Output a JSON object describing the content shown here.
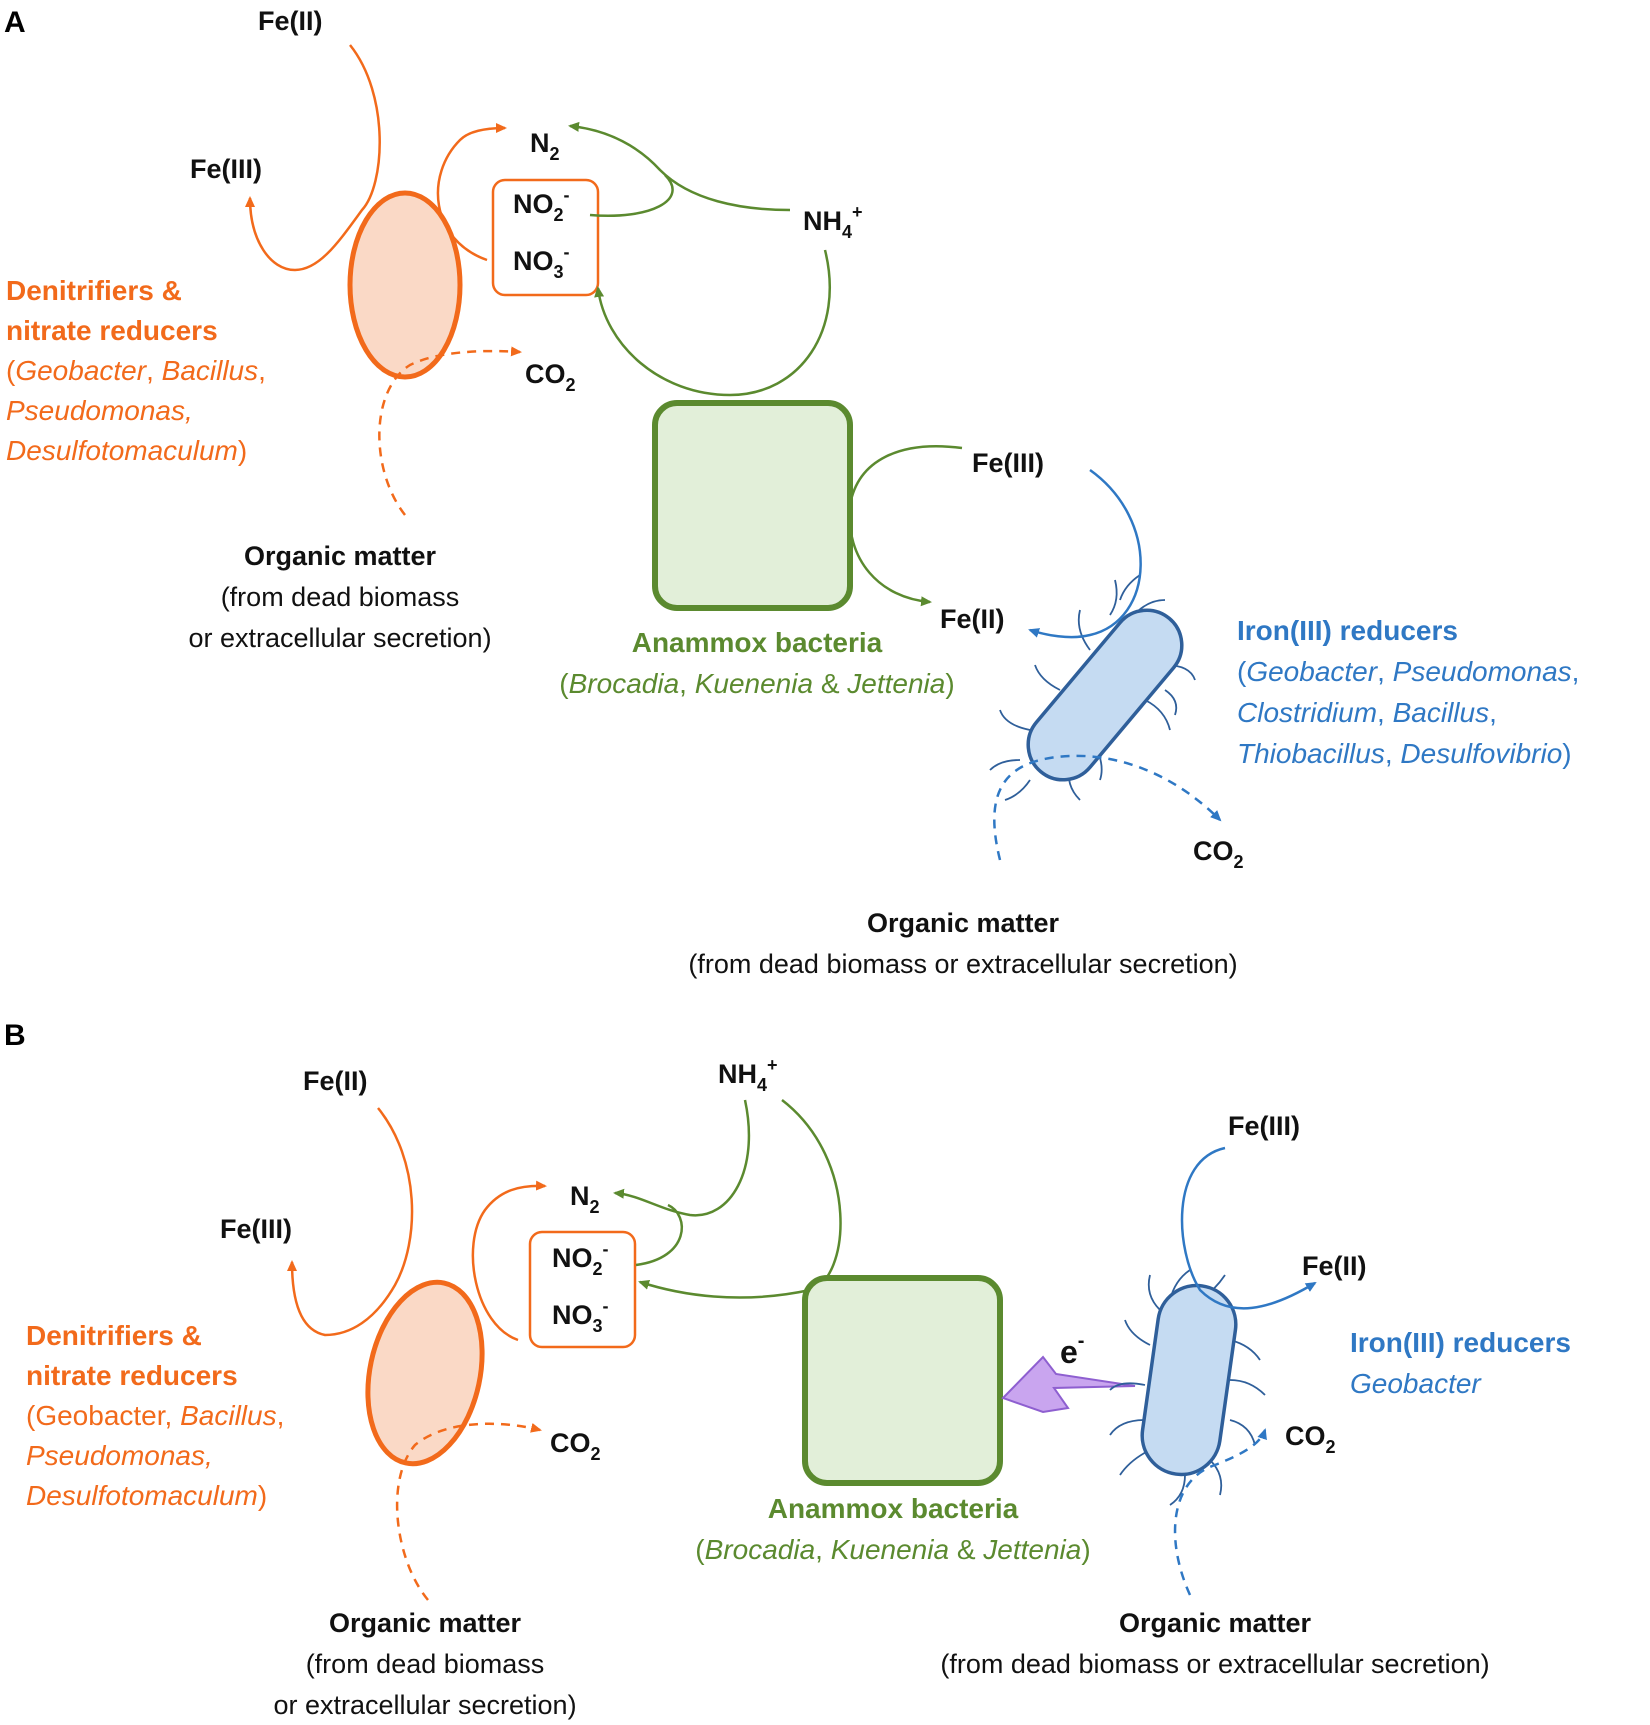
{
  "colors": {
    "denitrifier": "#f26a1b",
    "anammox": "#5b8a2f",
    "iron_reducer": "#2f78c4",
    "electron_bolt": "#b37de6",
    "text": "#111111"
  },
  "panel_a": {
    "panel_label": "A",
    "fe_ii_top": "Fe(II)",
    "fe_iii_left": "Fe(III)",
    "n2": "N",
    "n2_sub": "2",
    "no2": "NO",
    "no2_sub": "2",
    "no2_sup": "-",
    "no3": "NO",
    "no3_sub": "3",
    "no3_sup": "-",
    "nh4": "NH",
    "nh4_sub": "4",
    "nh4_sup": "+",
    "co2_left": "CO",
    "co2_left_sub": "2",
    "denitrifiers": {
      "title_line1": "Denitrifiers &",
      "title_line2": "nitrate reducers",
      "paren_open": "(",
      "genus1": "Geobacter",
      "sep1": ", ",
      "genus2": "Bacillus",
      "sep2": ",",
      "genus3": "Pseudomonas,",
      "genus4": "Desulfotomaculum",
      "paren_close": ")"
    },
    "organic_left": {
      "title": "Organic matter",
      "line1": "(from dead biomass",
      "line2": "or extracellular secretion)"
    },
    "anammox": {
      "title": "Anammox bacteria",
      "paren_open": "(",
      "genus1": "Brocadia",
      "sep1": ", ",
      "genus2": "Kuenenia",
      "sep2": " & ",
      "genus3": "Jettenia",
      "paren_close": ")"
    },
    "fe_iii_mid": "Fe(III)",
    "fe_ii_mid": "Fe(II)",
    "iron_reducers": {
      "title": "Iron(III) reducers",
      "paren_open": "(",
      "genus1": "Geobacter",
      "sep1": ", ",
      "genus2": "Pseudomonas",
      "sep2": ",",
      "genus3": "Clostridium",
      "sep3": ", ",
      "genus4": "Bacillus",
      "sep4": ",",
      "genus5": "Thiobacillus",
      "sep5": ", ",
      "genus6": "Desulfovibrio",
      "paren_close": ")"
    },
    "co2_right": "CO",
    "co2_right_sub": "2",
    "organic_right": {
      "title": "Organic matter",
      "line1": "(from dead biomass or extracellular secretion)"
    }
  },
  "panel_b": {
    "panel_label": "B",
    "fe_ii_top": "Fe(II)",
    "fe_iii_left": "Fe(III)",
    "n2": "N",
    "n2_sub": "2",
    "no2": "NO",
    "no2_sub": "2",
    "no2_sup": "-",
    "no3": "NO",
    "no3_sub": "3",
    "no3_sup": "-",
    "nh4": "NH",
    "nh4_sub": "4",
    "nh4_sup": "+",
    "co2_left": "CO",
    "co2_left_sub": "2",
    "denitrifiers": {
      "title_line1": "Denitrifiers &",
      "title_line2": "nitrate reducers",
      "paren_open": "(",
      "genus1": "Geobacter",
      "sep1": ", ",
      "genus2": "Bacillus",
      "sep2": ",",
      "genus3": "Pseudomonas,",
      "genus4": "Desulfotomaculum",
      "paren_close": ")"
    },
    "organic_left": {
      "title": "Organic matter",
      "line1": "(from dead biomass",
      "line2": "or extracellular secretion)"
    },
    "anammox": {
      "title": "Anammox bacteria",
      "paren_open": "(",
      "genus1": "Brocadia",
      "sep1": ", ",
      "genus2": "Kuenenia",
      "sep2": " & ",
      "genus3": "Jettenia",
      "paren_close": ")"
    },
    "electron": "e",
    "electron_sup": "-",
    "fe_iii_right": "Fe(III)",
    "fe_ii_right": "Fe(II)",
    "iron_reducers": {
      "title": "Iron(III) reducers",
      "genus1": "Geobacter"
    },
    "co2_right": "CO",
    "co2_right_sub": "2",
    "organic_right": {
      "title": "Organic matter",
      "line1": "(from dead biomass or extracellular secretion)"
    }
  }
}
